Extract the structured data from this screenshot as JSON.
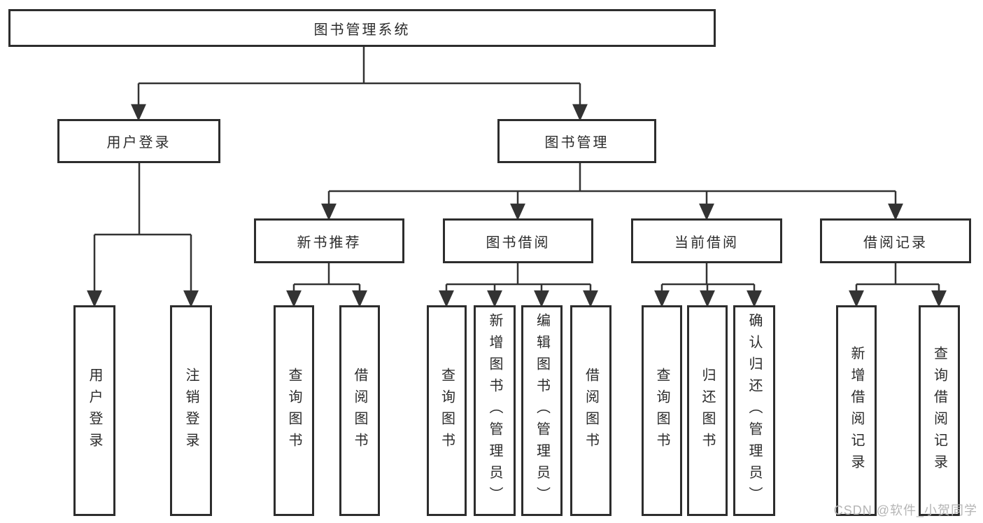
{
  "diagram_title": "图书管理系统",
  "tree": {
    "label": "图书管理系统",
    "children": [
      {
        "label": "用户登录",
        "children": [
          {
            "label": "用户登录"
          },
          {
            "label": "注销登录"
          }
        ]
      },
      {
        "label": "图书管理",
        "children": [
          {
            "label": "新书推荐",
            "children": [
              {
                "label": "查询图书"
              },
              {
                "label": "借阅图书"
              }
            ]
          },
          {
            "label": "图书借阅",
            "children": [
              {
                "label": "查询图书"
              },
              {
                "label": "新增图书（管理员）"
              },
              {
                "label": "编辑图书（管理员）"
              },
              {
                "label": "借阅图书"
              }
            ]
          },
          {
            "label": "当前借阅",
            "children": [
              {
                "label": "查询图书"
              },
              {
                "label": "归还图书"
              },
              {
                "label": "确认归还（管理员）"
              }
            ]
          },
          {
            "label": "借阅记录",
            "children": [
              {
                "label": "新增借阅记录"
              },
              {
                "label": "查询借阅记录"
              }
            ]
          }
        ]
      }
    ]
  },
  "watermark": {
    "text": "CSDN @软件_小贺同学"
  },
  "colors": {
    "line": "#333333",
    "box_border": "#2d2d2d",
    "text": "#2b2b2b",
    "watermark": "#b5b5b5",
    "background": "#ffffff"
  }
}
